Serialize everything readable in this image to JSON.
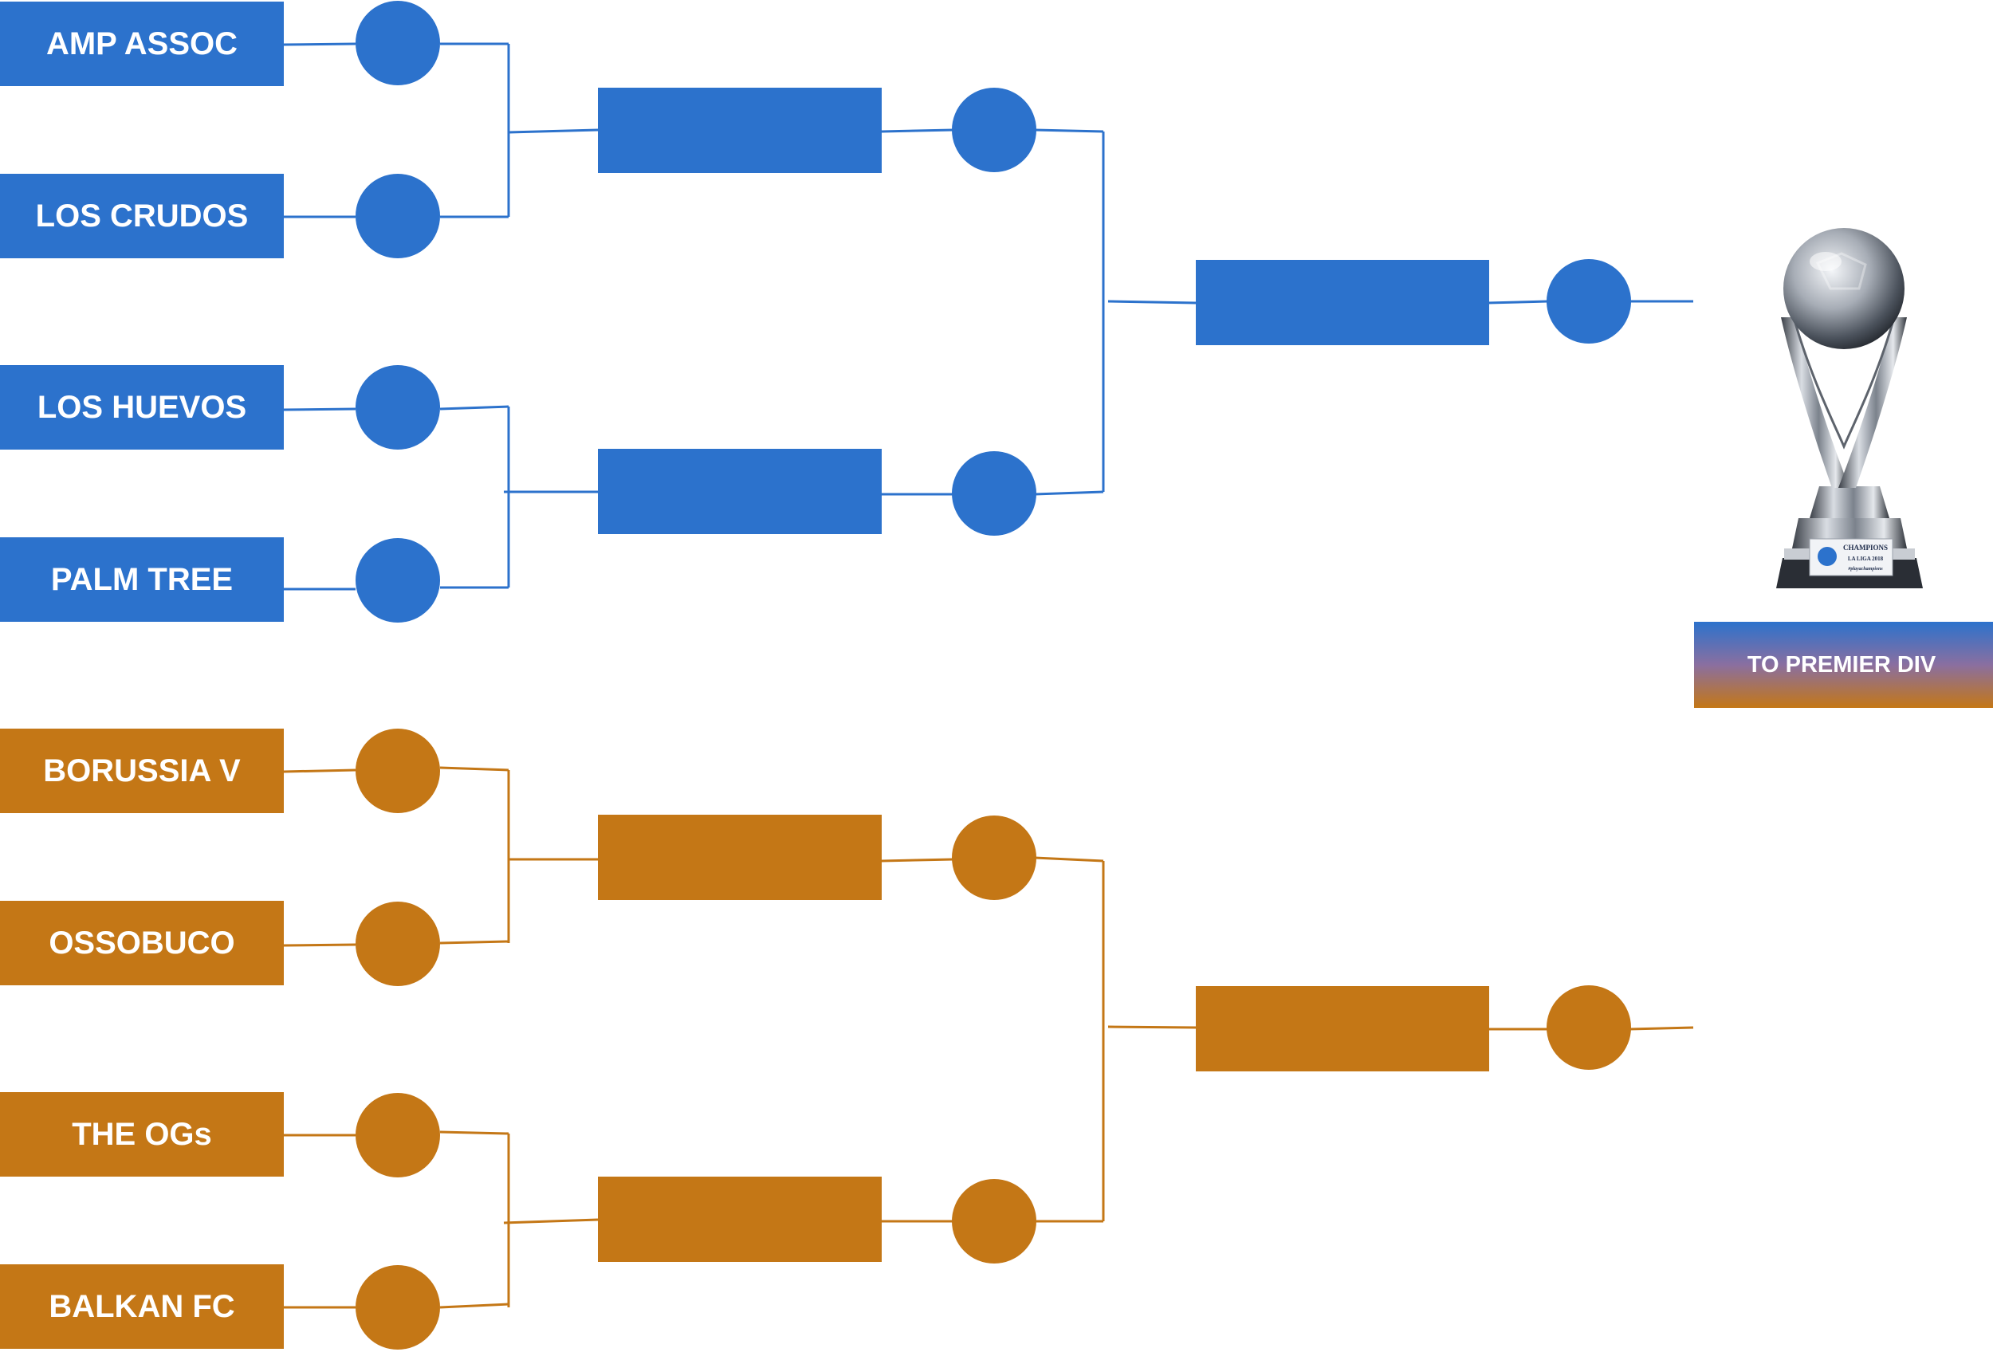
{
  "colors": {
    "blue": "#2c72cc",
    "orange": "#c47716",
    "background": "#ffffff",
    "text": "#ffffff"
  },
  "bracket": {
    "blue_teams": [
      "AMP ASSOC",
      "LOS CRUDOS",
      "LOS HUEVOS",
      "PALM TREE"
    ],
    "orange_teams": [
      "BORUSSIA V",
      "OSSOBUCO",
      "THE OGs",
      "BALKAN FC"
    ],
    "final_label": "TO PREMIER DIV"
  },
  "trophy": {
    "icon": "trophy-icon",
    "plaque_title": "CHAMPIONS",
    "plaque_subtitle": "LA LIGA 2018",
    "plaque_tag": "#playachampions"
  }
}
